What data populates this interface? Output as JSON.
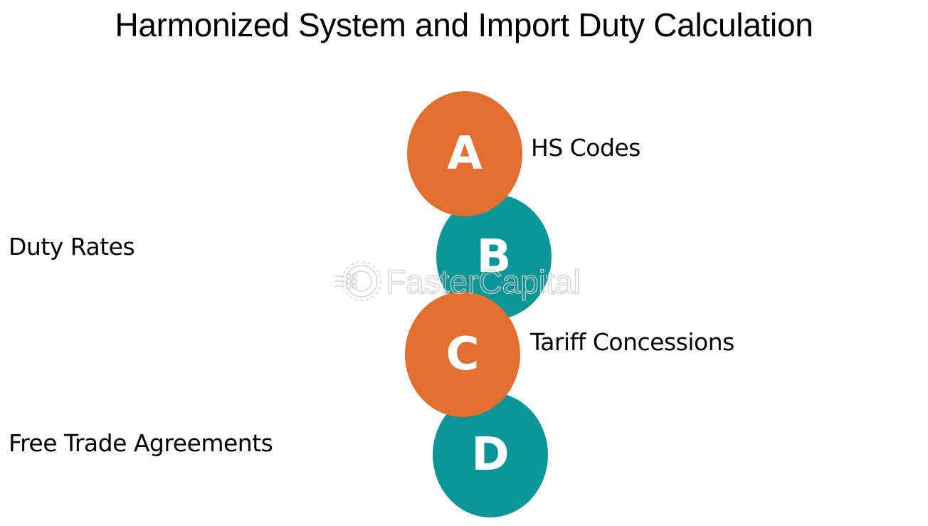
{
  "title": "Harmonized System and Import Duty Calculation",
  "colors": {
    "orange": "#E06F30",
    "teal": "#0A9696",
    "text": "#000000",
    "background": "#FFFFFF"
  },
  "items": [
    {
      "letter": "A",
      "label": "HS Codes",
      "color": "orange",
      "label_side": "right"
    },
    {
      "letter": "B",
      "label": "Duty Rates",
      "color": "teal",
      "label_side": "left"
    },
    {
      "letter": "C",
      "label": "Tariff Concessions",
      "color": "orange",
      "label_side": "right"
    },
    {
      "letter": "D",
      "label": "Free Trade Agreements",
      "color": "teal",
      "label_side": "left"
    }
  ],
  "watermark": {
    "text": "FasterCapital",
    "icon": "gear-icon"
  }
}
